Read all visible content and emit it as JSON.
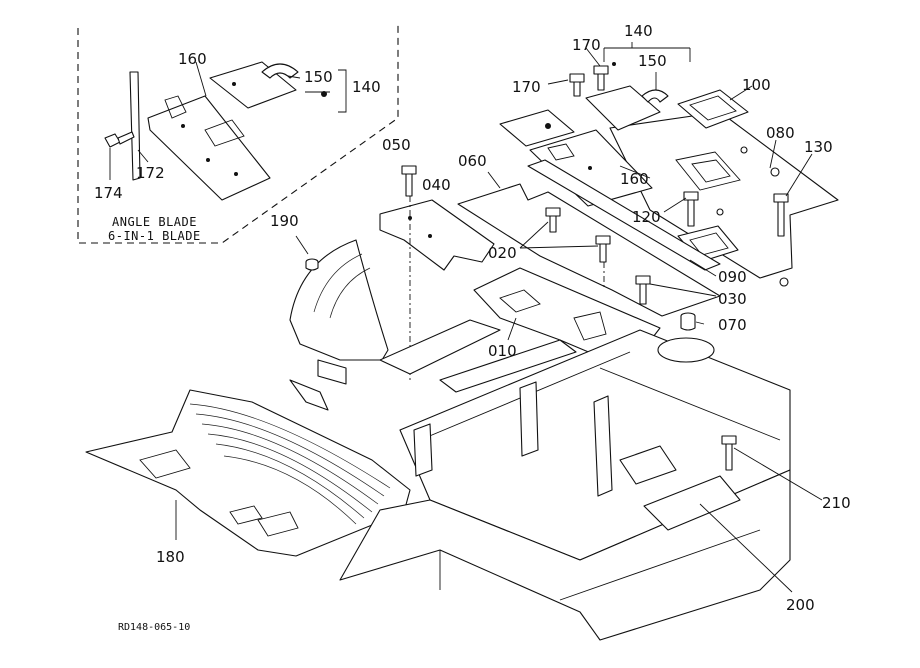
{
  "diagram": {
    "callouts": [
      {
        "id": "p160a",
        "text": "160"
      },
      {
        "id": "p150a",
        "text": "150"
      },
      {
        "id": "p140a",
        "text": "140"
      },
      {
        "id": "p174",
        "text": "174"
      },
      {
        "id": "p172",
        "text": "172"
      },
      {
        "id": "p140b",
        "text": "140"
      },
      {
        "id": "p170a",
        "text": "170"
      },
      {
        "id": "p170b",
        "text": "170"
      },
      {
        "id": "p150b",
        "text": "150"
      },
      {
        "id": "p100",
        "text": "100"
      },
      {
        "id": "p080",
        "text": "080"
      },
      {
        "id": "p130",
        "text": "130"
      },
      {
        "id": "p050",
        "text": "050"
      },
      {
        "id": "p060",
        "text": "060"
      },
      {
        "id": "p040",
        "text": "040"
      },
      {
        "id": "p160b",
        "text": "160"
      },
      {
        "id": "p120",
        "text": "120"
      },
      {
        "id": "p190",
        "text": "190"
      },
      {
        "id": "p020",
        "text": "020"
      },
      {
        "id": "p090",
        "text": "090"
      },
      {
        "id": "p030",
        "text": "030"
      },
      {
        "id": "p070",
        "text": "070"
      },
      {
        "id": "p010",
        "text": "010"
      },
      {
        "id": "p210",
        "text": "210"
      },
      {
        "id": "p180",
        "text": "180"
      },
      {
        "id": "p200",
        "text": "200"
      }
    ],
    "inset_note": {
      "line1": "ANGLE BLADE",
      "line2": "6-IN-1 BLADE"
    },
    "reference_code": "RD148-065-10"
  }
}
